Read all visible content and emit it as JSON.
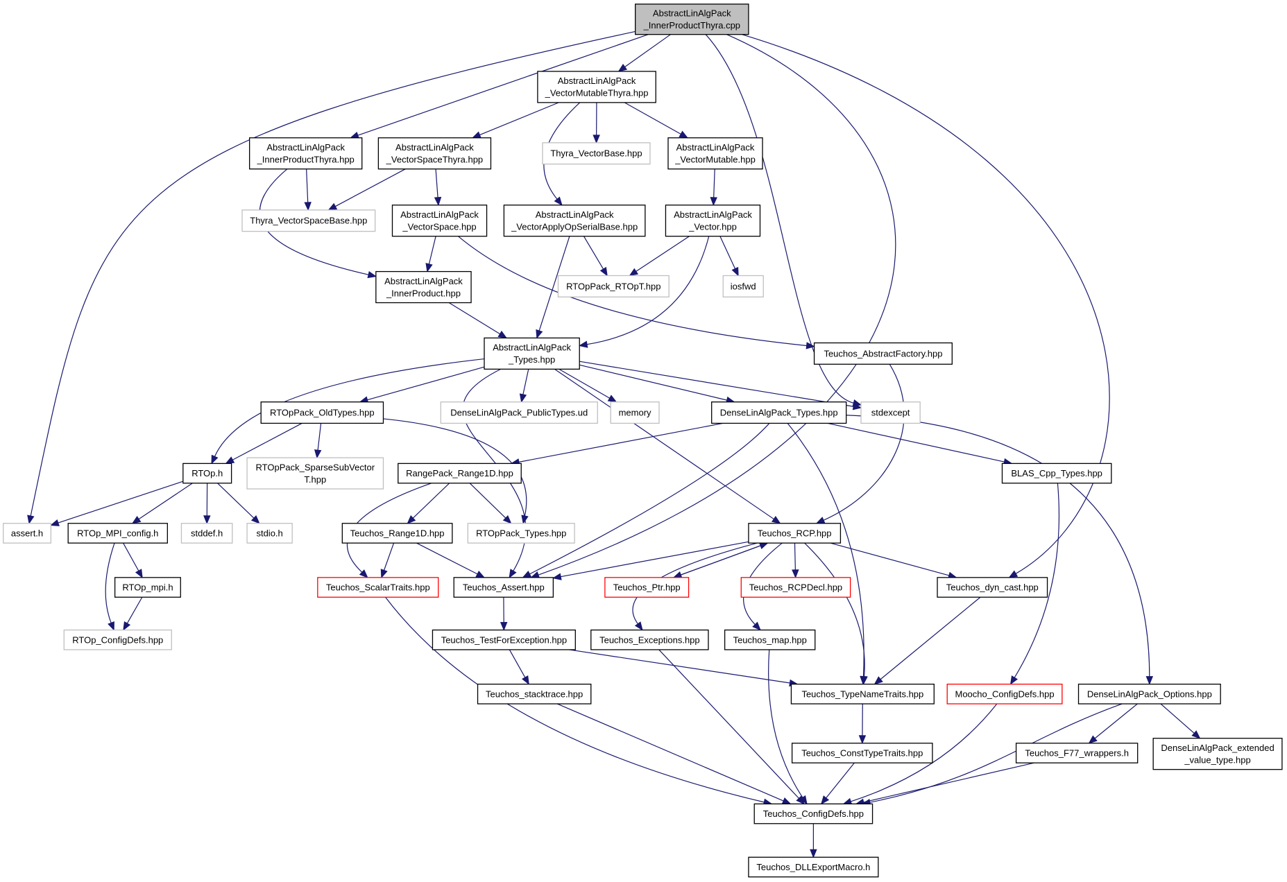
{
  "colors": {
    "edge": "#191970",
    "root_fill": "#bfbfbf",
    "normal_border": "#000000",
    "external_border": "#bfbfbf",
    "truncated_border": "#ff0000"
  },
  "nodes": {
    "root": {
      "lines": [
        "AbstractLinAlgPack",
        "_InnerProductThyra.cpp"
      ],
      "kind": "root"
    },
    "vmt": {
      "lines": [
        "AbstractLinAlgPack",
        "_VectorMutableThyra.hpp"
      ],
      "kind": "normal"
    },
    "ipt": {
      "lines": [
        "AbstractLinAlgPack",
        "_InnerProductThyra.hpp"
      ],
      "kind": "normal"
    },
    "vst": {
      "lines": [
        "AbstractLinAlgPack",
        "_VectorSpaceThyra.hpp"
      ],
      "kind": "normal"
    },
    "tvb": {
      "lines": [
        "Thyra_VectorBase.hpp"
      ],
      "kind": "external"
    },
    "vm": {
      "lines": [
        "AbstractLinAlgPack",
        "_VectorMutable.hpp"
      ],
      "kind": "normal"
    },
    "tvsb": {
      "lines": [
        "Thyra_VectorSpaceBase.hpp"
      ],
      "kind": "external"
    },
    "vs": {
      "lines": [
        "AbstractLinAlgPack",
        "_VectorSpace.hpp"
      ],
      "kind": "normal"
    },
    "vaosb": {
      "lines": [
        "AbstractLinAlgPack",
        "_VectorApplyOpSerialBase.hpp"
      ],
      "kind": "normal"
    },
    "vec": {
      "lines": [
        "AbstractLinAlgPack",
        "_Vector.hpp"
      ],
      "kind": "normal"
    },
    "ip": {
      "lines": [
        "AbstractLinAlgPack",
        "_InnerProduct.hpp"
      ],
      "kind": "normal"
    },
    "rtopt": {
      "lines": [
        "RTOpPack_RTOpT.hpp"
      ],
      "kind": "external"
    },
    "iosfwd": {
      "lines": [
        "iosfwd"
      ],
      "kind": "external"
    },
    "types": {
      "lines": [
        "AbstractLinAlgPack",
        "_Types.hpp"
      ],
      "kind": "normal"
    },
    "taf": {
      "lines": [
        "Teuchos_AbstractFactory.hpp"
      ],
      "kind": "normal"
    },
    "oldtypes": {
      "lines": [
        "RTOpPack_OldTypes.hpp"
      ],
      "kind": "normal"
    },
    "dlpub": {
      "lines": [
        "DenseLinAlgPack_PublicTypes.ud"
      ],
      "kind": "external"
    },
    "memory": {
      "lines": [
        "memory"
      ],
      "kind": "external"
    },
    "dltypes": {
      "lines": [
        "DenseLinAlgPack_Types.hpp"
      ],
      "kind": "normal"
    },
    "stdexcept": {
      "lines": [
        "stdexcept"
      ],
      "kind": "external"
    },
    "rtoph": {
      "lines": [
        "RTOp.h"
      ],
      "kind": "normal"
    },
    "ssv": {
      "lines": [
        "RTOpPack_SparseSubVector",
        "T.hpp"
      ],
      "kind": "external"
    },
    "range1d": {
      "lines": [
        "RangePack_Range1D.hpp"
      ],
      "kind": "normal"
    },
    "blas": {
      "lines": [
        "BLAS_Cpp_Types.hpp"
      ],
      "kind": "normal"
    },
    "asserth": {
      "lines": [
        "assert.h"
      ],
      "kind": "external"
    },
    "mpiconfig": {
      "lines": [
        "RTOp_MPI_config.h"
      ],
      "kind": "normal"
    },
    "stddef": {
      "lines": [
        "stddef.h"
      ],
      "kind": "external"
    },
    "stdio": {
      "lines": [
        "stdio.h"
      ],
      "kind": "external"
    },
    "trange1d": {
      "lines": [
        "Teuchos_Range1D.hpp"
      ],
      "kind": "normal"
    },
    "rtoptypes": {
      "lines": [
        "RTOpPack_Types.hpp"
      ],
      "kind": "external"
    },
    "rcp": {
      "lines": [
        "Teuchos_RCP.hpp"
      ],
      "kind": "normal"
    },
    "rtopmpi": {
      "lines": [
        "RTOp_mpi.h"
      ],
      "kind": "normal"
    },
    "scalartraits": {
      "lines": [
        "Teuchos_ScalarTraits.hpp"
      ],
      "kind": "truncated"
    },
    "tassert": {
      "lines": [
        "Teuchos_Assert.hpp"
      ],
      "kind": "normal"
    },
    "tptr": {
      "lines": [
        "Teuchos_Ptr.hpp"
      ],
      "kind": "truncated"
    },
    "rcpdecl": {
      "lines": [
        "Teuchos_RCPDecl.hpp"
      ],
      "kind": "truncated"
    },
    "dyncast": {
      "lines": [
        "Teuchos_dyn_cast.hpp"
      ],
      "kind": "normal"
    },
    "rtopconfig": {
      "lines": [
        "RTOp_ConfigDefs.hpp"
      ],
      "kind": "external"
    },
    "testforexc": {
      "lines": [
        "Teuchos_TestForException.hpp"
      ],
      "kind": "normal"
    },
    "exceptions": {
      "lines": [
        "Teuchos_Exceptions.hpp"
      ],
      "kind": "normal"
    },
    "tmap": {
      "lines": [
        "Teuchos_map.hpp"
      ],
      "kind": "normal"
    },
    "stacktrace": {
      "lines": [
        "Teuchos_stacktrace.hpp"
      ],
      "kind": "normal"
    },
    "typenametraits": {
      "lines": [
        "Teuchos_TypeNameTraits.hpp"
      ],
      "kind": "normal"
    },
    "moochoconfig": {
      "lines": [
        "Moocho_ConfigDefs.hpp"
      ],
      "kind": "truncated"
    },
    "dloptions": {
      "lines": [
        "DenseLinAlgPack_Options.hpp"
      ],
      "kind": "normal"
    },
    "consttypetraits": {
      "lines": [
        "Teuchos_ConstTypeTraits.hpp"
      ],
      "kind": "normal"
    },
    "f77": {
      "lines": [
        "Teuchos_F77_wrappers.h"
      ],
      "kind": "normal"
    },
    "dlext": {
      "lines": [
        "DenseLinAlgPack_extended",
        "_value_type.hpp"
      ],
      "kind": "normal"
    },
    "tconfig": {
      "lines": [
        "Teuchos_ConfigDefs.hpp"
      ],
      "kind": "normal"
    },
    "dllexport": {
      "lines": [
        "Teuchos_DLLExportMacro.h"
      ],
      "kind": "normal"
    }
  }
}
